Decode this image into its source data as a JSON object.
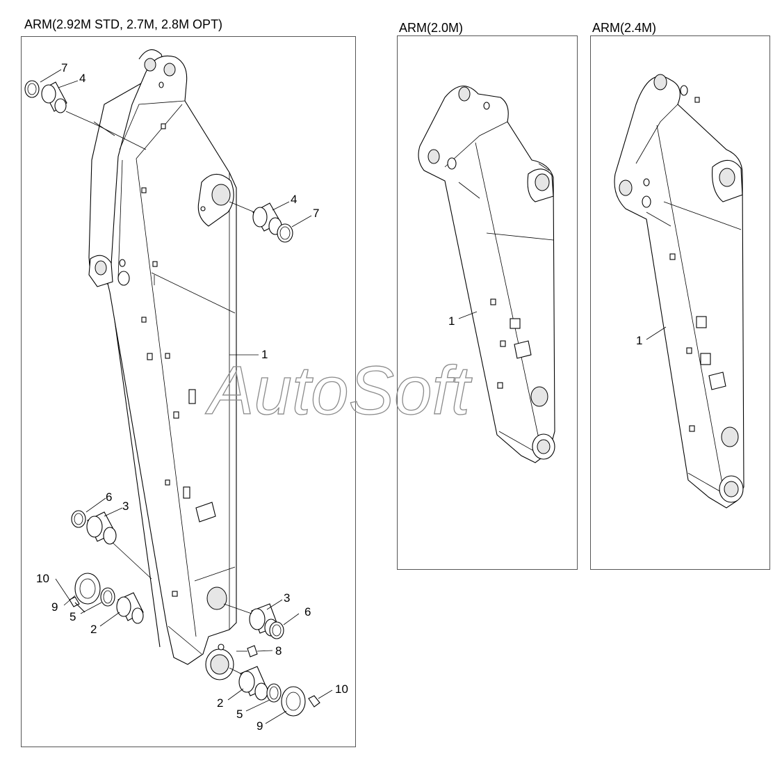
{
  "titles": {
    "main": "ARM(2.92M STD, 2.7M, 2.8M OPT)",
    "arm_2_0": "ARM(2.0M)",
    "arm_2_4": "ARM(2.4M)"
  },
  "watermark": "AutoSoft",
  "callouts": {
    "c7_top": "7",
    "c4_top": "4",
    "c4_right": "4",
    "c7_right": "7",
    "c1_main": "1",
    "c6_left": "6",
    "c3_left": "3",
    "c10_left": "10",
    "c9_left": "9",
    "c5_left": "5",
    "c2_left": "2",
    "c3_right": "3",
    "c6_right": "6",
    "c8": "8",
    "c10_right": "10",
    "c2_bottom": "2",
    "c5_bottom": "5",
    "c9_bottom": "9",
    "c1_arm20": "1",
    "c1_arm24": "1"
  }
}
